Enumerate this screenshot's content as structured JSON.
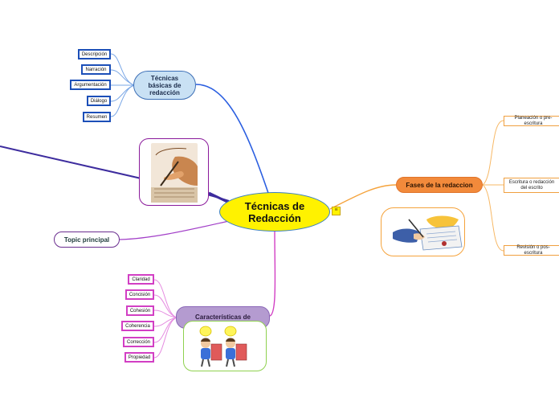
{
  "central": {
    "line1": "Técnicas de",
    "line2": "Redacción"
  },
  "topic_principal": "Topic principal",
  "tecnicas_basicas": {
    "line1": "Técnicas",
    "line2": "básicas de",
    "line3": "redacción",
    "items": [
      "Descripción",
      "Narración",
      "Argumentación",
      "Diálogo",
      "Resumen"
    ]
  },
  "fases": {
    "label": "Fases de la redaccion",
    "items": [
      {
        "line1": "Planeación o pre-escritura",
        "line2": ""
      },
      {
        "line1": "Escritura o redacción",
        "line2": "del escrito"
      },
      {
        "line1": "Revisión o pos-escritura",
        "line2": ""
      }
    ]
  },
  "caracteristicas": {
    "label": "Características de",
    "items": [
      "Claridad",
      "Concisión",
      "Cohesión",
      "Coherencia",
      "Corrección",
      "Propiedad"
    ]
  },
  "colors": {
    "central_fill": "#fff200",
    "blue_branch": "#2a5ee0",
    "orange_branch": "#f5a33c",
    "purple_branch": "#3d2c9e",
    "magenta_branch": "#d23fc4"
  },
  "icons": [
    "writing-hand-image",
    "signing-document-image",
    "children-reading-image",
    "note-icon"
  ]
}
